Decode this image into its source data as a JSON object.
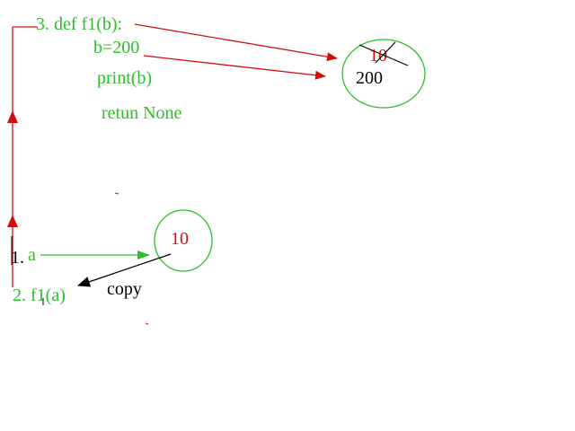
{
  "code": {
    "def_line": "3. def f1(b):",
    "assign_line": "b=200",
    "print_line": "print(b)",
    "return_line": "retun None"
  },
  "caller": {
    "var_label": "a",
    "step_one_label": "1.",
    "call_line": "2. f1(a)",
    "copy_label": "copy"
  },
  "objects": {
    "lower_value": "10",
    "upper_old_value": "10",
    "upper_new_value": "200"
  },
  "colors": {
    "green": "#2bbf2b",
    "red": "#d01010",
    "black": "#000000"
  }
}
